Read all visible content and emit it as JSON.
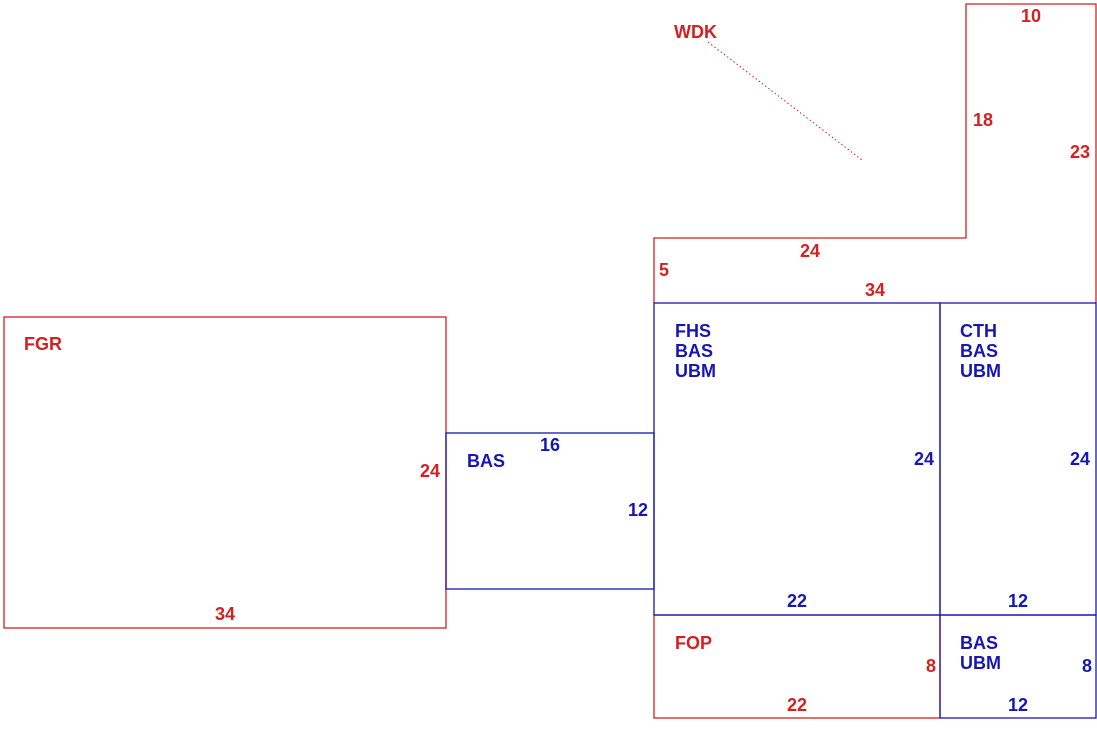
{
  "colors": {
    "red": "#d42020",
    "blue": "#1616b4",
    "background": "#ffffff"
  },
  "areas": {
    "fgr": {
      "code": "FGR",
      "dim_right": "24",
      "dim_bottom": "34"
    },
    "bas_connector": {
      "code": "BAS",
      "dim_top": "16",
      "dim_right": "12"
    },
    "main": {
      "codes": [
        "FHS",
        "BAS",
        "UBM"
      ],
      "dim_right": "24",
      "dim_bottom": "22"
    },
    "east": {
      "codes": [
        "CTH",
        "BAS",
        "UBM"
      ],
      "dim_right": "24",
      "dim_bottom": "12"
    },
    "fop": {
      "code": "FOP",
      "dim_right": "8",
      "dim_bottom": "22"
    },
    "se": {
      "codes": [
        "BAS",
        "UBM"
      ],
      "dim_right": "8",
      "dim_bottom": "12"
    },
    "wdk": {
      "code": "WDK",
      "dim_top": "10",
      "dim_inner_vertical": "18",
      "dim_right": "23",
      "dim_step": "24",
      "dim_left": "5",
      "dim_bottom": "34"
    }
  }
}
